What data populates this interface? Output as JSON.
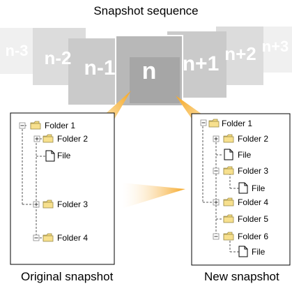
{
  "title": "Snapshot sequence",
  "snapshots": {
    "far_left": "n-3",
    "left2": "n-2",
    "left1": "n-1",
    "current": "n",
    "right1": "n+1",
    "right2": "n+2",
    "far_right": "n+3"
  },
  "original": {
    "caption": "Original snapshot",
    "items": [
      "Folder 1",
      "Folder 2",
      "File",
      "Folder 3",
      "Folder 4"
    ]
  },
  "new": {
    "caption": "New snapshot",
    "items": [
      "Folder 1",
      "Folder 2",
      "File",
      "Folder 3",
      "File",
      "Folder 4",
      "Folder 5",
      "Folder 6",
      "File"
    ]
  },
  "colors": {
    "arrow": "#f5a623",
    "folder": "#f3d97a",
    "frame_gray": "#b0b0b0"
  }
}
